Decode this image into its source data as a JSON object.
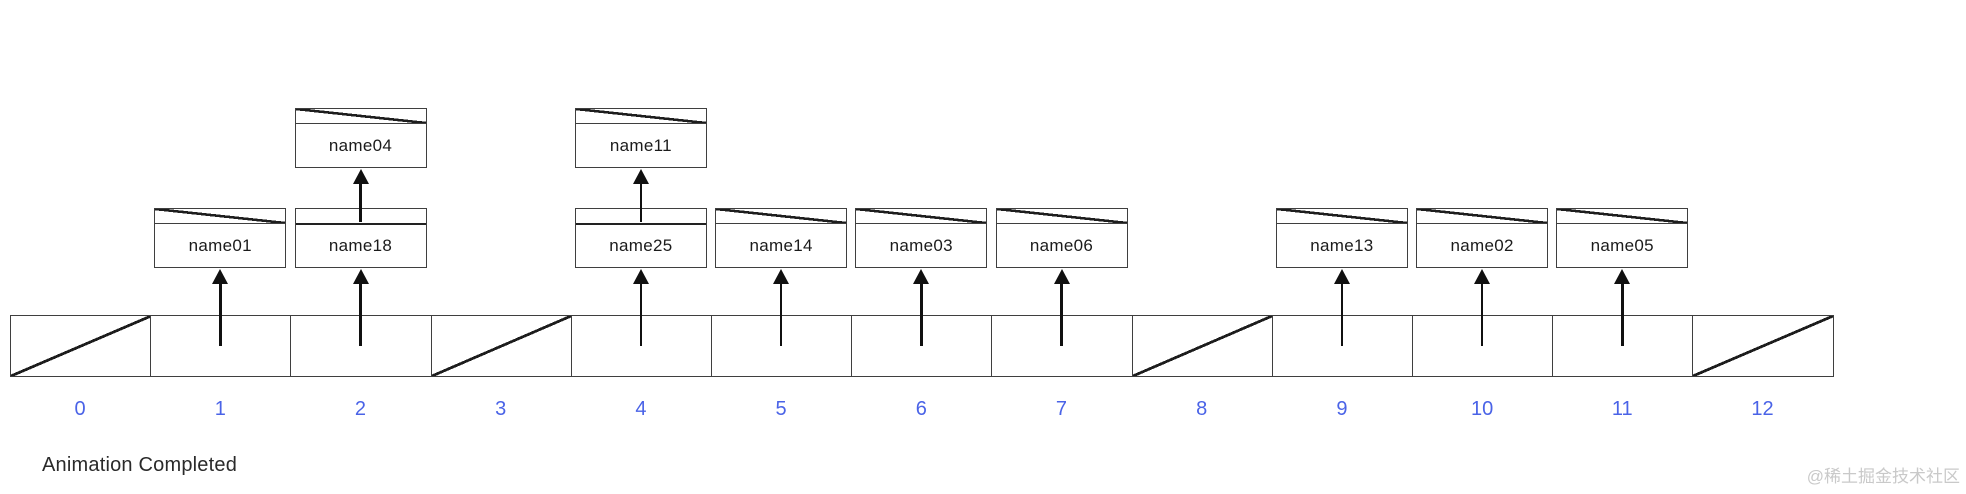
{
  "status_text": "Animation Completed",
  "watermark": "@稀土掘金技术社区",
  "table": {
    "size": 13,
    "buckets": [
      {
        "index": "0",
        "chain": []
      },
      {
        "index": "1",
        "chain": [
          "name01"
        ]
      },
      {
        "index": "2",
        "chain": [
          "name18",
          "name04"
        ]
      },
      {
        "index": "3",
        "chain": []
      },
      {
        "index": "4",
        "chain": [
          "name25",
          "name11"
        ]
      },
      {
        "index": "5",
        "chain": [
          "name14"
        ]
      },
      {
        "index": "6",
        "chain": [
          "name03"
        ]
      },
      {
        "index": "7",
        "chain": [
          "name06"
        ]
      },
      {
        "index": "8",
        "chain": []
      },
      {
        "index": "9",
        "chain": [
          "name13"
        ]
      },
      {
        "index": "10",
        "chain": [
          "name02"
        ]
      },
      {
        "index": "11",
        "chain": [
          "name05"
        ]
      },
      {
        "index": "12",
        "chain": []
      }
    ]
  },
  "colors": {
    "line": "#3f3f3f",
    "slash": "#1d1d1d",
    "arrow": "#101010",
    "index_label": "#4a63e7",
    "status_text": "#2a2a2a",
    "watermark": "#c9c9c9",
    "background": "#ffffff"
  }
}
